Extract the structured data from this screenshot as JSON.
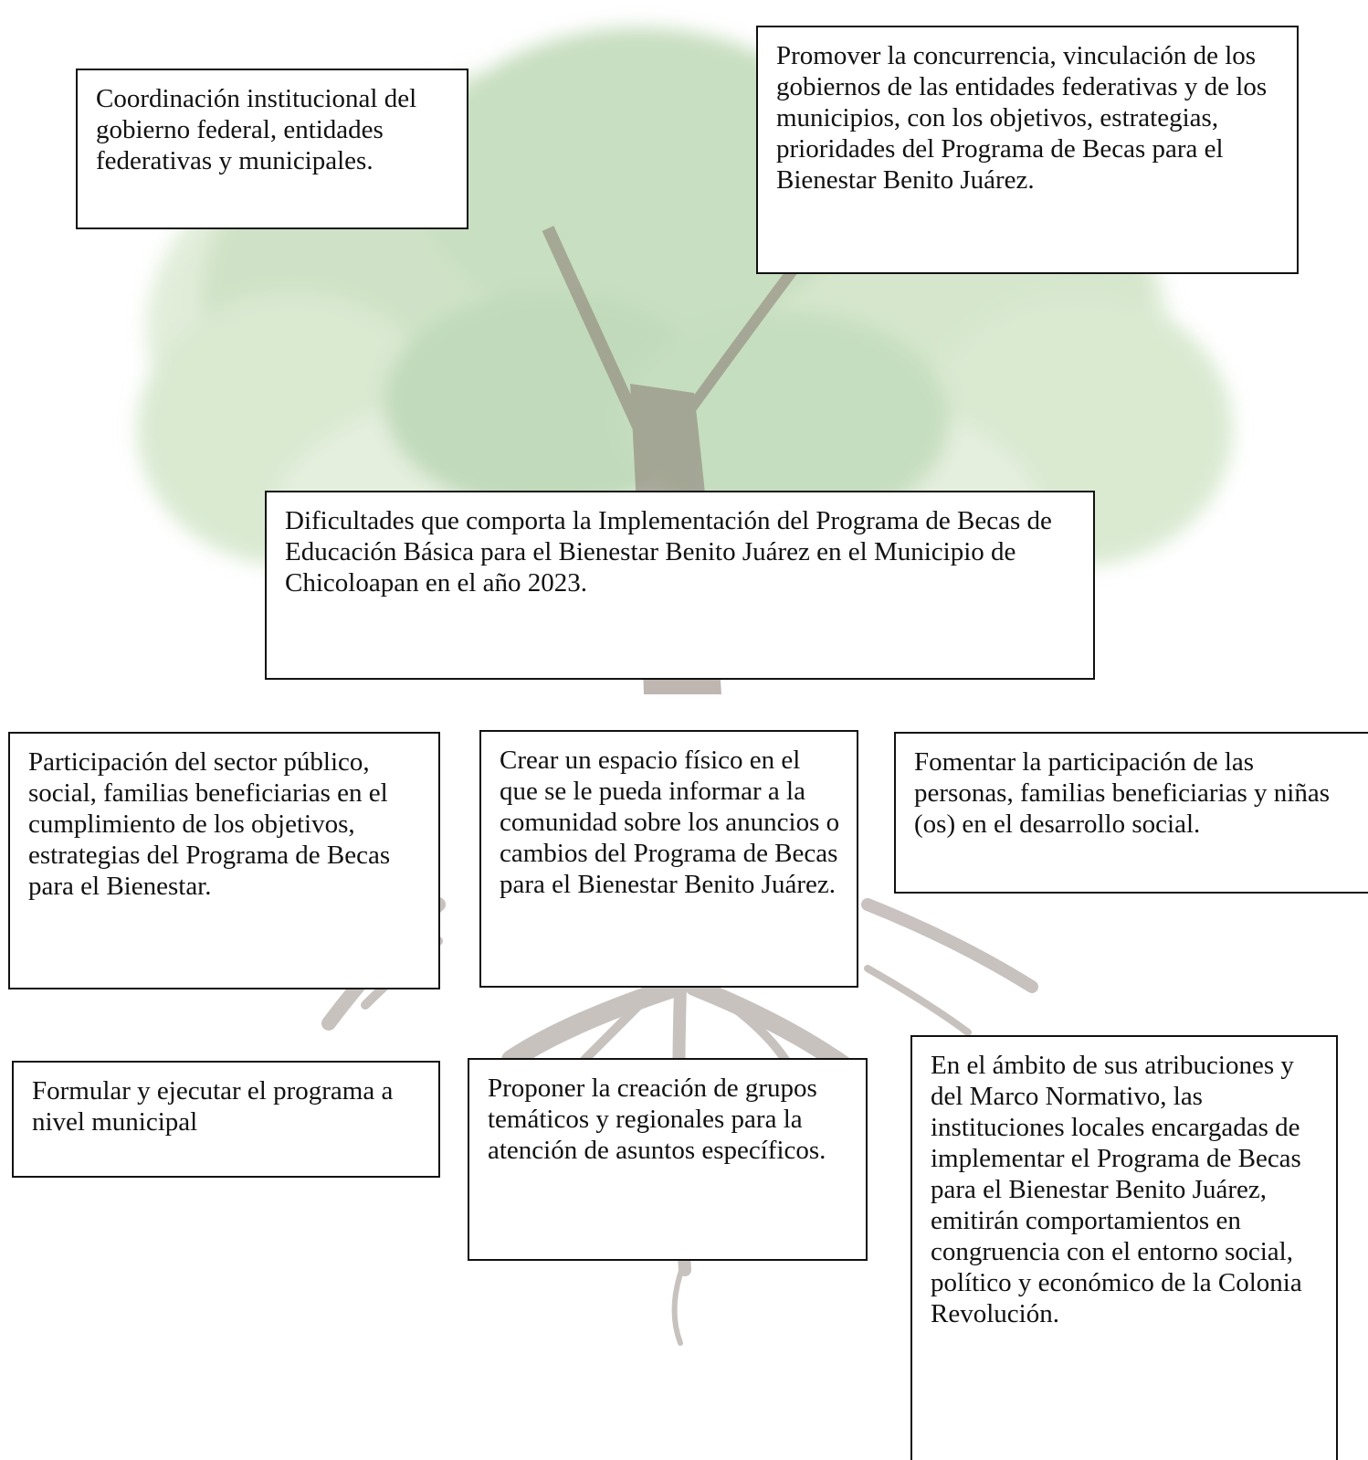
{
  "colors": {
    "background": "#ffffff",
    "box_border": "#111111",
    "text": "#111111",
    "leaf_light": "#b7d3a5",
    "leaf_dark": "#7fae7a",
    "trunk": "#7a6a64",
    "roots": "#a59a96"
  },
  "boxes": {
    "coordinacion": "Coordinación institucional del gobierno federal, entidades federativas y municipales.",
    "promover": "Promover la concurrencia, vinculación de los gobiernos de las entidades federativas y de los municipios, con los objetivos, estrategias, prioridades del Programa de Becas para el Bienestar Benito Juárez.",
    "dificultades": "Dificultades que comporta la Implementación del Programa de Becas de Educación Básica para el Bienestar Benito Juárez en el Municipio de Chicoloapan en el año 2023.",
    "participacion": "Participación del sector público, social, familias beneficiarias en el cumplimiento de los objetivos, estrategias del Programa de Becas para el Bienestar.",
    "crear_espacio": "Crear un espacio físico en el que se le pueda informar a la comunidad sobre los anuncios o cambios del Programa de Becas para el Bienestar Benito Juárez.",
    "fomentar": "Fomentar la participación de las personas, familias beneficiarias y niñas (os) en el desarrollo social.",
    "formular": "Formular y ejecutar el programa a nivel municipal",
    "proponer": "Proponer la creación de grupos temáticos y regionales para la atención de asuntos específicos.",
    "ambito": "En el ámbito de sus atribuciones y del Marco Normativo, las instituciones locales encargadas de implementar el Programa de Becas para el Bienestar Benito Juárez, emitirán comportamientos en congruencia con el entorno social, político y económico de la Colonia Revolución."
  }
}
